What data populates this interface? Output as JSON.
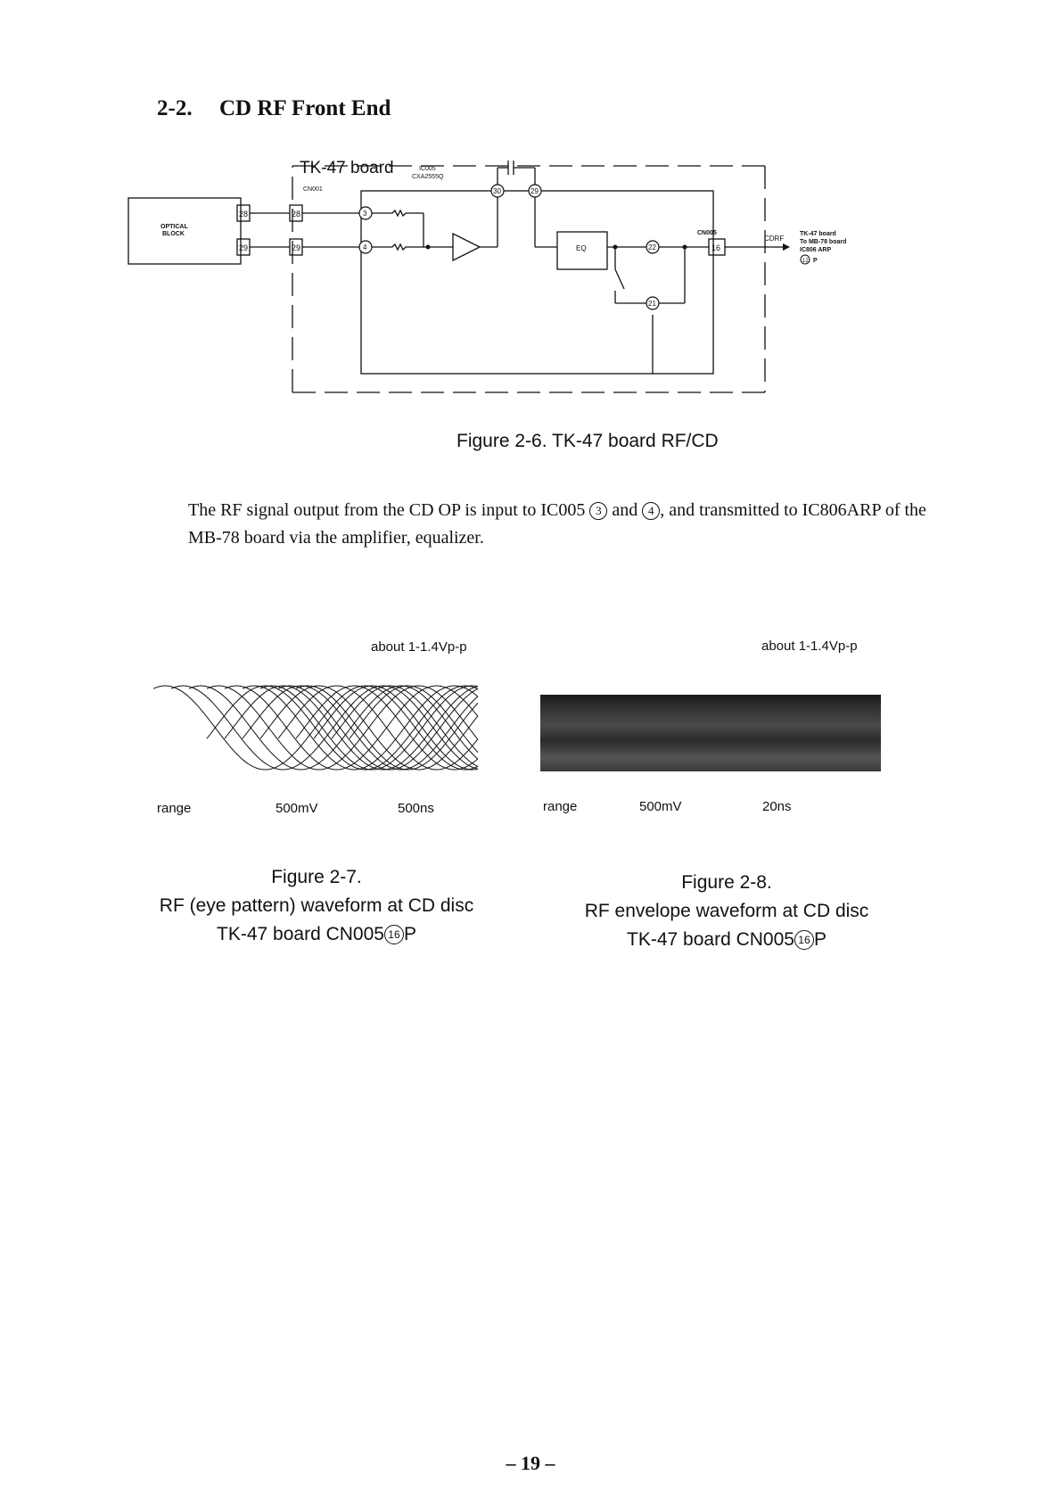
{
  "section": {
    "number": "2-2.",
    "title": "CD RF Front End"
  },
  "diagram": {
    "board_title": "TK-47 board",
    "ic_name": "IC005",
    "ic_part": "CXA2555Q",
    "connector_in": "CN001",
    "optical_block_line1": "OPTICAL",
    "optical_block_line2": "BLOCK",
    "pin_28": "28",
    "pin_29": "29",
    "pin_3": "3",
    "pin_4": "4",
    "pin_30": "30",
    "pin_29_ic": "29",
    "pin_22": "22",
    "pin_21": "21",
    "eq_label": "EQ",
    "connector_out": "CN005",
    "pin_16": "16",
    "signal_name": "CDRF",
    "dest_line1": "TK-47 board",
    "dest_line2": "To MB-78 board",
    "dest_line3": "IC806 ARP",
    "dest_line4_num": "12",
    "dest_line4_suffix": "P"
  },
  "figure_2_6_caption": "Figure 2-6.  TK-47 board RF/CD",
  "paragraph": {
    "text_a": "The RF signal output from the CD OP is input to IC005 ",
    "circle_a": "3",
    "text_b": " and ",
    "circle_b": "4",
    "text_c": ", and transmitted to IC806ARP of the MB-78 board via the amplifier, equalizer."
  },
  "fig7": {
    "amplitude": "about 1-1.4Vp-p",
    "range_label": "range",
    "volt": "500mV",
    "time": "500ns",
    "caption_line1": "Figure 2-7.",
    "caption_line2": "RF (eye pattern) waveform at CD disc",
    "caption_line3_a": "TK-47 board CN005",
    "caption_line3_circle": "16",
    "caption_line3_b": "P"
  },
  "fig8": {
    "amplitude": "about 1-1.4Vp-p",
    "range_label": "range",
    "volt": "500mV",
    "time": "20ns",
    "caption_line1": "Figure 2-8.",
    "caption_line2": "RF envelope waveform at CD disc",
    "caption_line3_a": "TK-47 board CN005",
    "caption_line3_circle": "16",
    "caption_line3_b": "P"
  },
  "page_number": "– 19 –"
}
